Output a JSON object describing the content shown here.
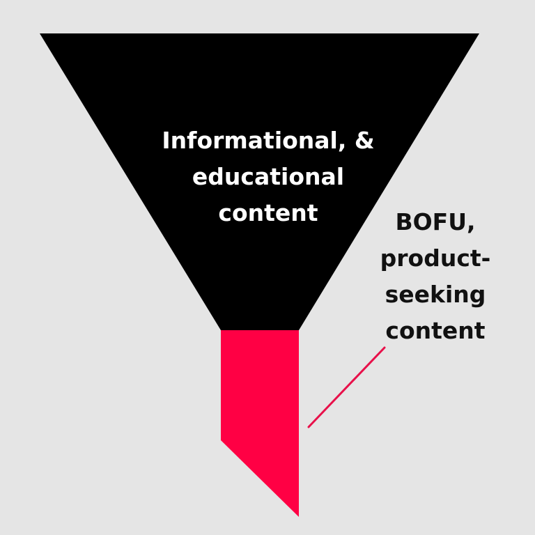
{
  "colors": {
    "background": "#e5e5e5",
    "funnel_top": "#000000",
    "funnel_bottom": "#ff0044",
    "callout_line": "#e8104a"
  },
  "funnel_top_label": {
    "lines": [
      "Informational, &",
      "educational",
      "content"
    ]
  },
  "bofu_label": {
    "lines": [
      "BOFU,",
      "product-",
      "seeking",
      "content"
    ]
  }
}
